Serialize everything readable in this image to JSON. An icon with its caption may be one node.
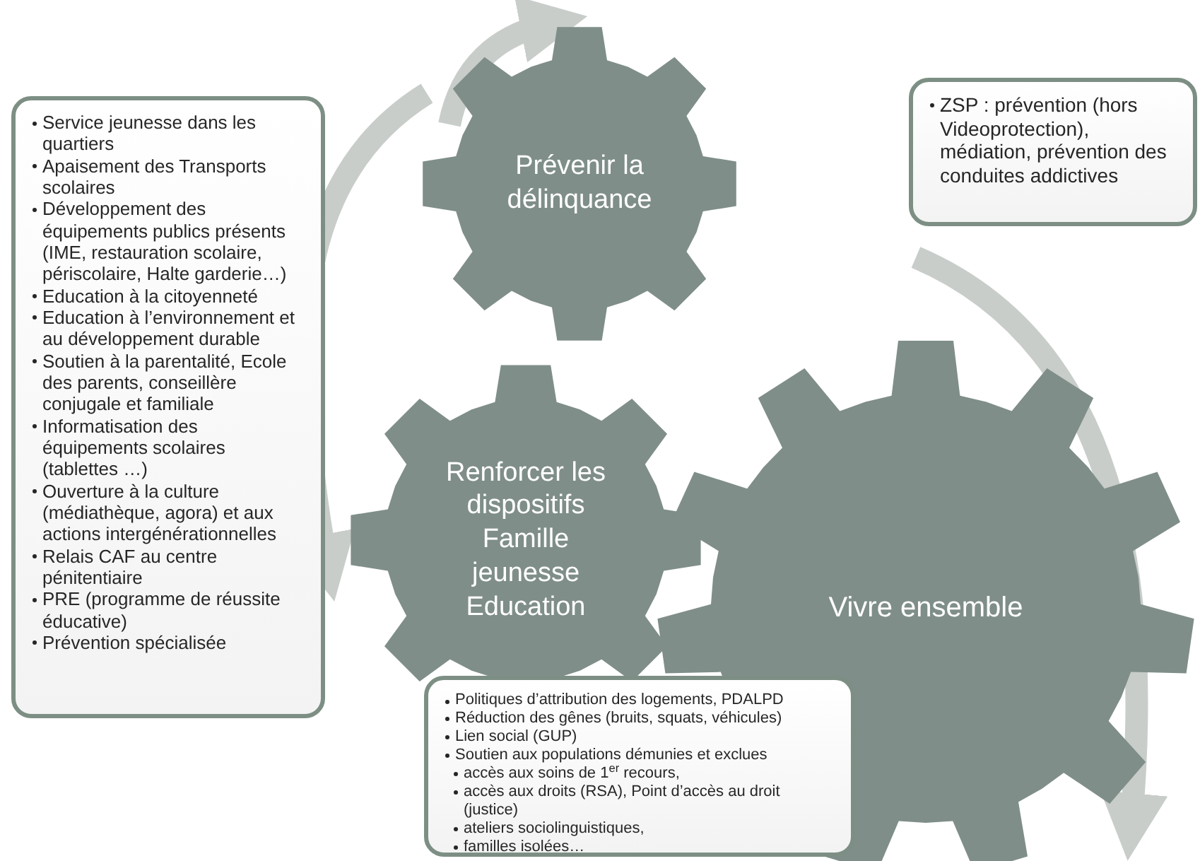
{
  "diagram": {
    "nodes": [
      {
        "text": [
          "Prévenir la délinquance"
        ]
      },
      {
        "text": [
          "ZSP : prévention (hors Videoprotection), médiation, prévention des conduites addictives"
        ]
      },
      {
        "text": [
          "Renforcer les dispositifs Famille jeunesse Education"
        ]
      },
      {
        "text": [
          "Service jeunesse dans les quartiers",
          "Apaisement des Transports scolaires",
          "Développement des équipements publics présents (IME, restauration scolaire, périscolaire, Halte garderie…)",
          "Education à la citoyenneté",
          "Education à l’environnement et au développement durable",
          "Soutien à la parentalité, Ecole des parents, conseillère conjugale et familiale",
          "Informatisation des équipements scolaires (tablettes …)",
          "Ouverture à la culture (médiathèque, agora) et aux actions intergénérationnelles",
          "Relais CAF au centre pénitentiaire",
          "PRE (programme de réussite éducative)",
          "Prévention spécialisée"
        ]
      },
      {
        "text": [
          "Vivre ensemble"
        ]
      },
      {
        "text": [
          "Politiques d’attribution des logements, PDALPD",
          "Réduction des gênes (bruits, squats, véhicules)",
          "Lien social (GUP)",
          "Soutien aux populations démunies et exclues",
          "accès aux soins de 1$^{er}$ recours,",
          "accès aux droits (RSA), Point d’accès au droit (justice)",
          "ateliers sociolinguistiques,",
          "familles isolées…"
        ]
      }
    ]
  }
}
